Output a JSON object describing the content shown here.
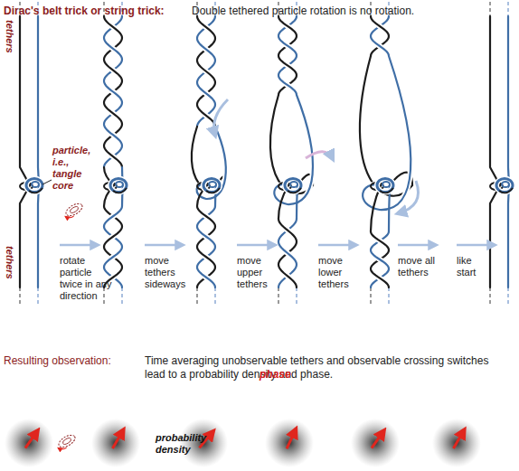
{
  "diagram": {
    "title": "Dirac's belt trick or string trick:",
    "labels": [
      "Double tethered particle rotation is no rotation.",
      "tethers",
      "particle, i.e., tangle core",
      "tethers",
      "rotate particle twice in any direction",
      "move tethers sideways",
      "move upper tethers",
      "move lower tethers",
      "move all tethers",
      "like start",
      "Resulting observation:",
      "Time averaging unobservable tethers and observable crossing switches lead to a probability density and phase.",
      "phase",
      "probability density"
    ]
  }
}
